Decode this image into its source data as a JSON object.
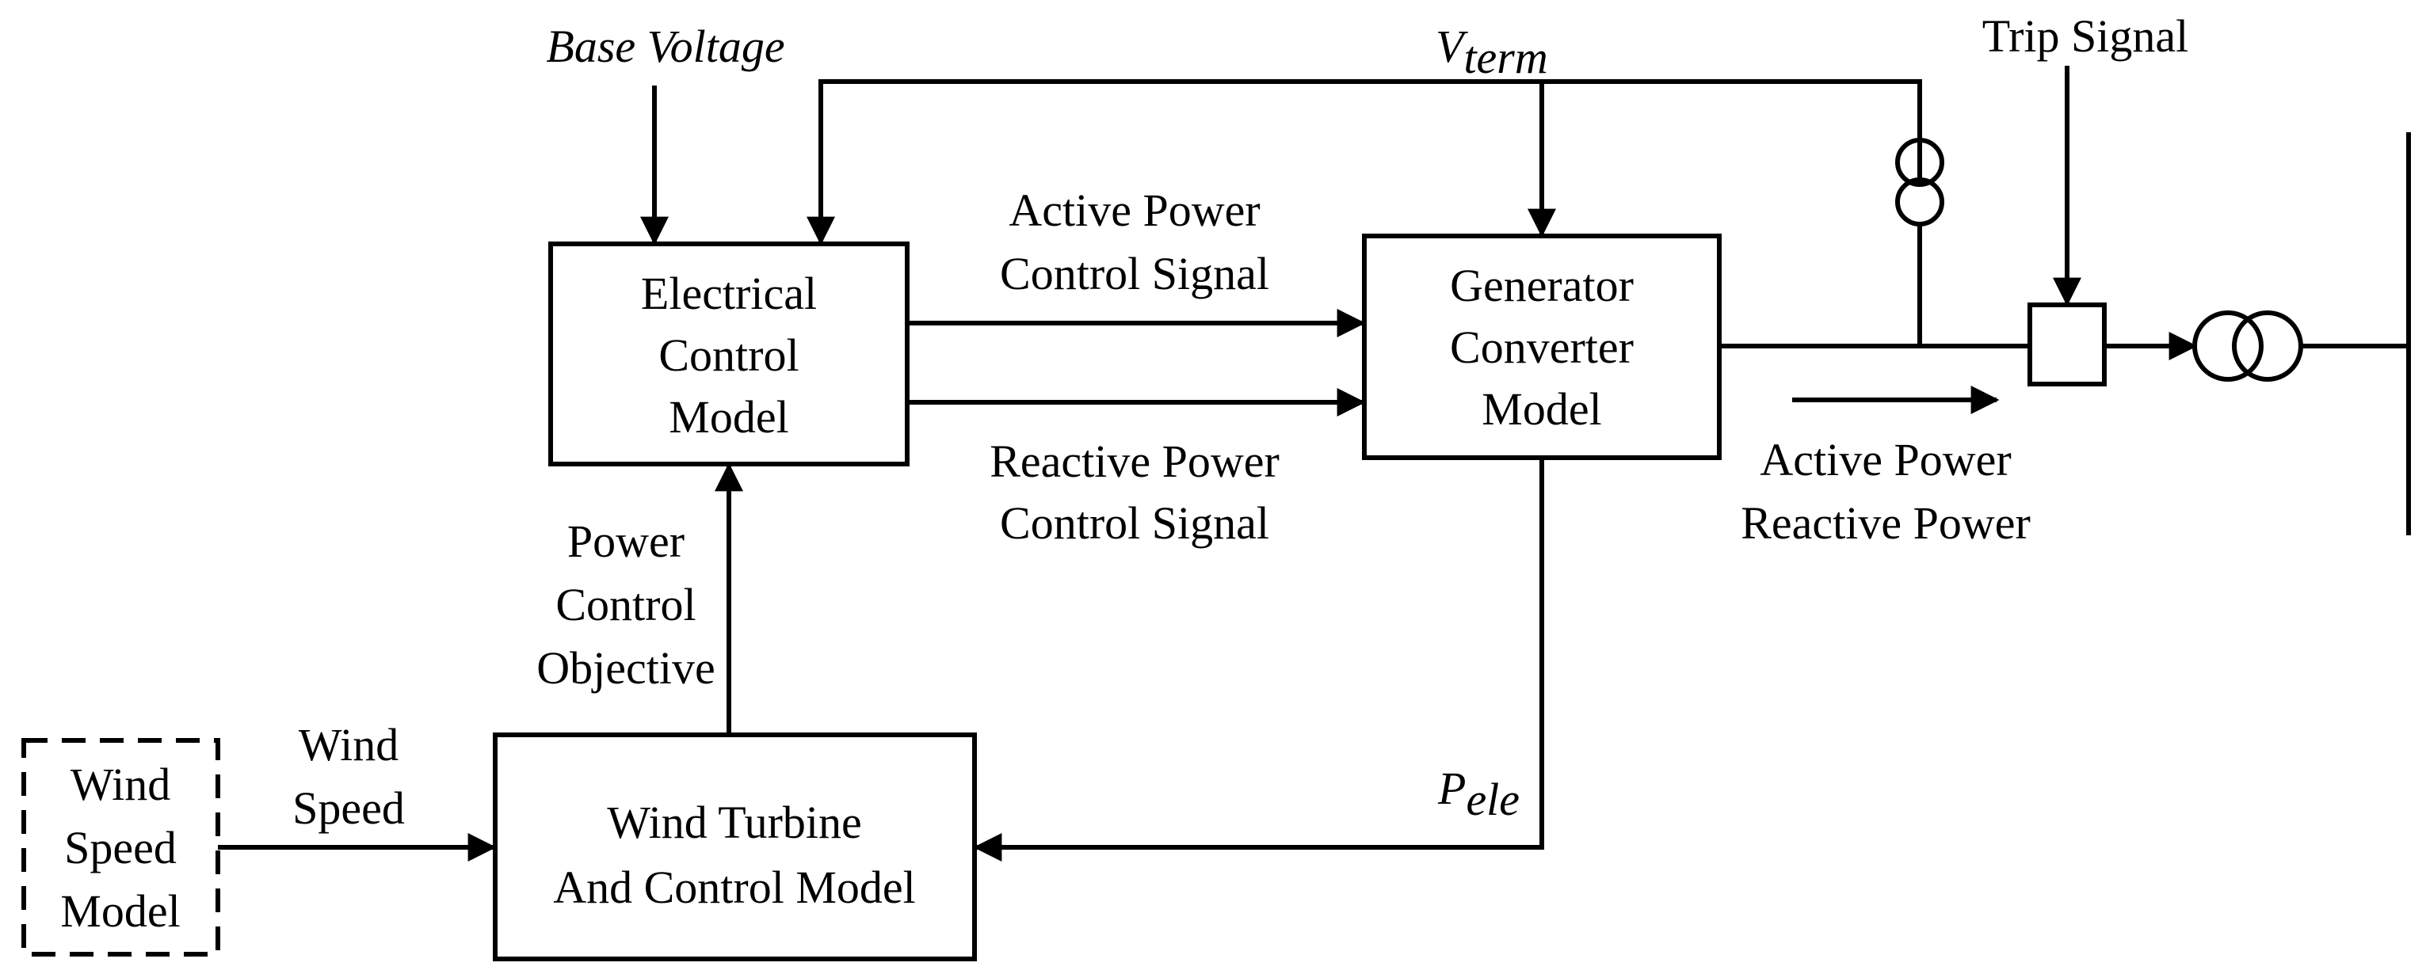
{
  "blocks": {
    "electrical_control": [
      "Electrical",
      "Control",
      "Model"
    ],
    "generator_converter": [
      "Generator",
      "Converter",
      "Model"
    ],
    "wind_turbine": [
      "Wind Turbine",
      "And Control Model"
    ],
    "wind_speed": [
      "Wind",
      "Speed",
      "Model"
    ]
  },
  "signals": {
    "base_voltage": "Base Voltage",
    "vterm_main": "V",
    "vterm_sub": "term",
    "trip_signal": "Trip Signal",
    "active_power_control": [
      "Active Power",
      "Control Signal"
    ],
    "reactive_power_control": [
      "Reactive Power",
      "Control Signal"
    ],
    "power_output": [
      "Active Power",
      "Reactive Power"
    ],
    "power_control_objective": [
      "Power",
      "Control",
      "Objective"
    ],
    "wind_speed": [
      "Wind",
      "Speed"
    ],
    "pele_main": "P",
    "pele_sub": "ele"
  }
}
